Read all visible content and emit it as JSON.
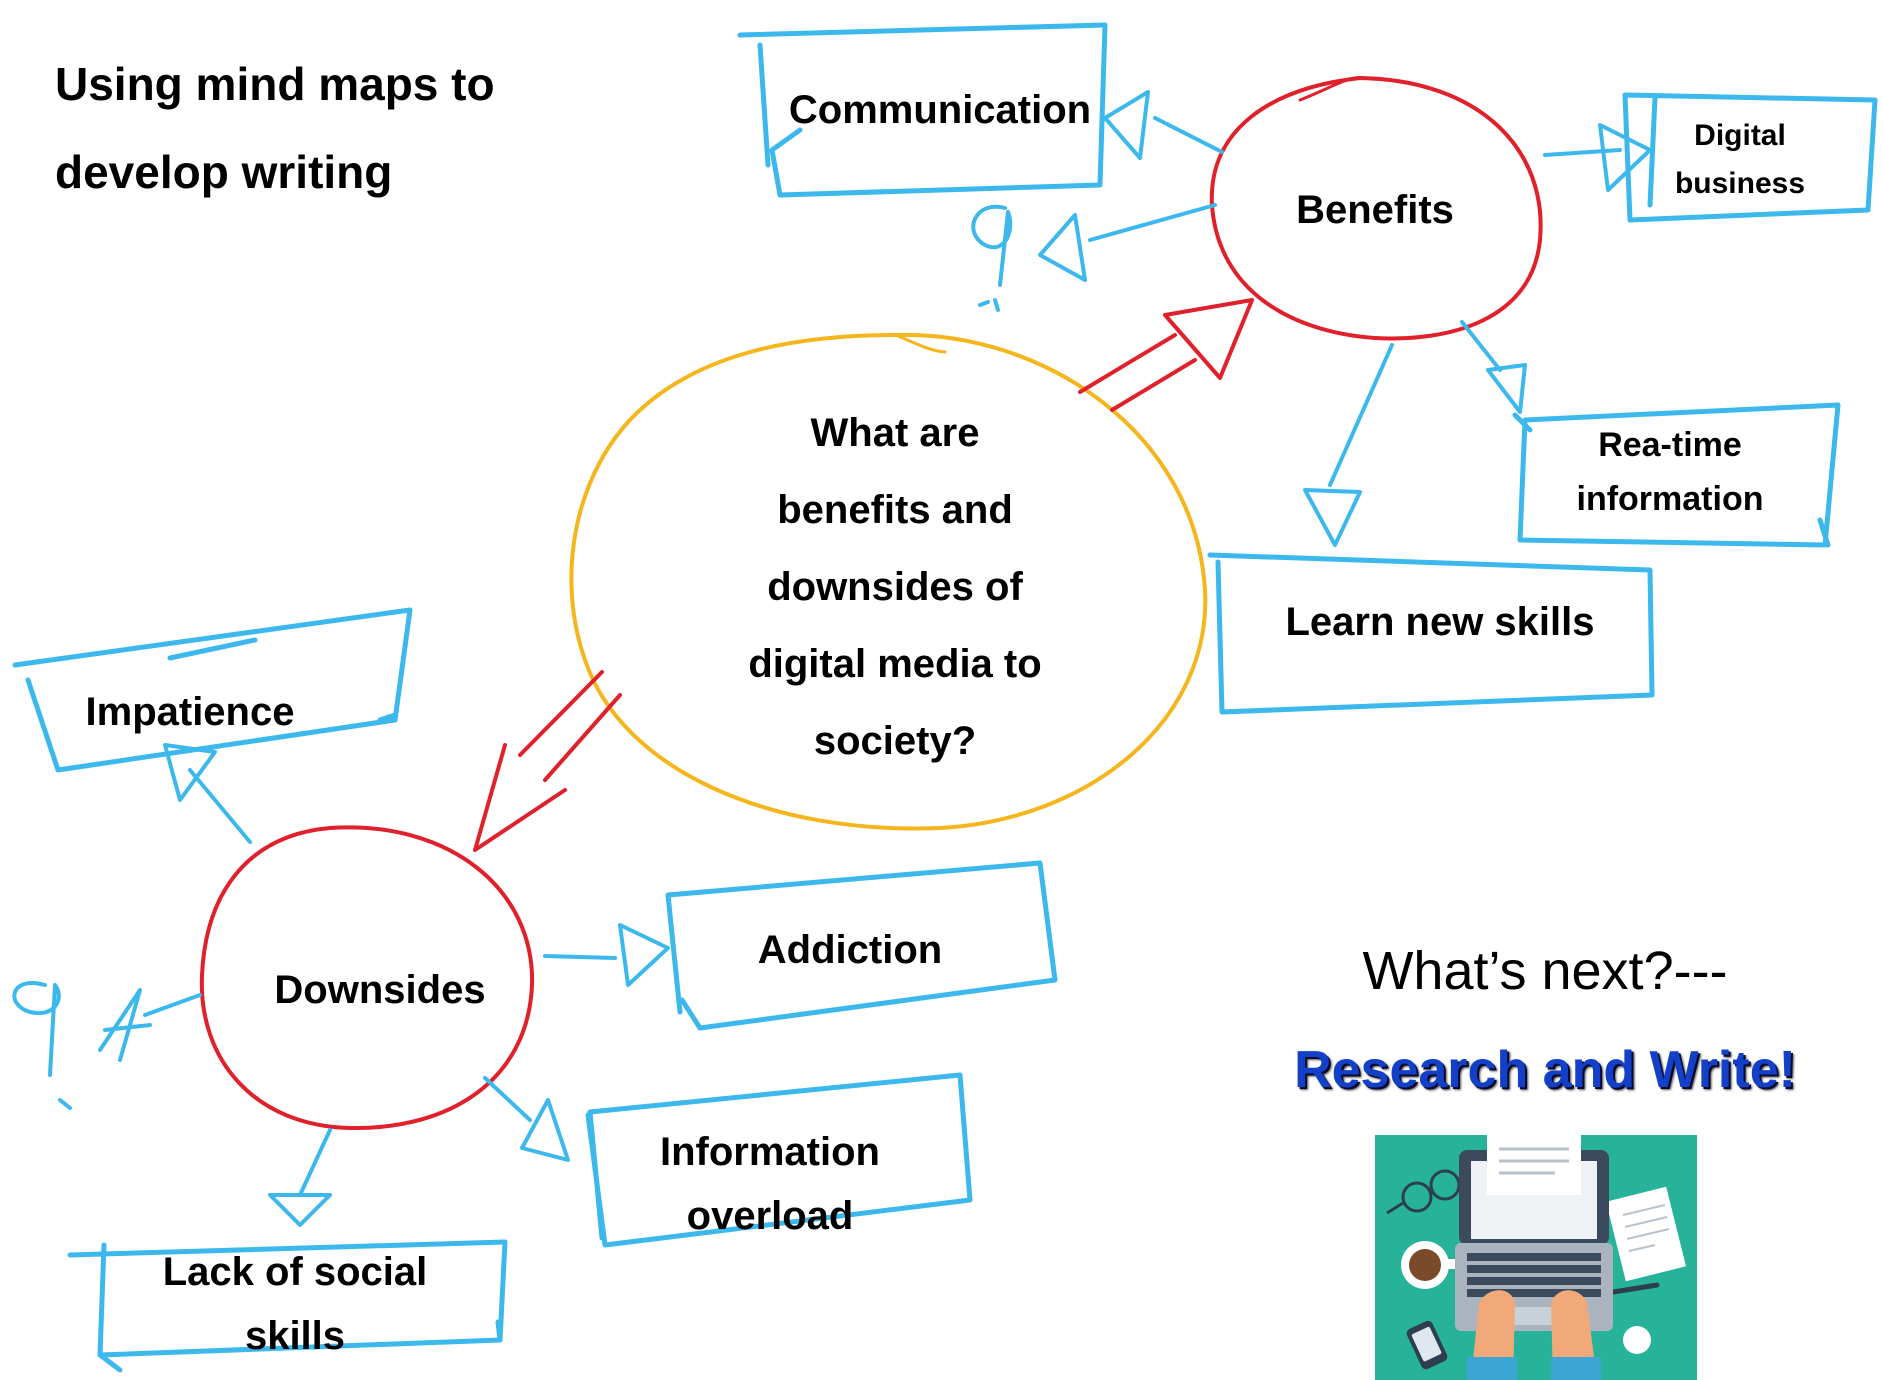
{
  "title_lines": [
    "Using mind maps to",
    "develop writing"
  ],
  "center": {
    "question_lines": [
      "What are",
      "benefits and",
      "downsides of",
      "digital media to",
      "society?"
    ]
  },
  "benefits": {
    "label": "Benefits",
    "items": {
      "communication": "Communication",
      "digital_business_lines": [
        "Digital",
        "business"
      ],
      "realtime_lines": [
        "Rea-time",
        "information"
      ],
      "learn_new_skills": "Learn new skills"
    }
  },
  "downsides": {
    "label": "Downsides",
    "items": {
      "impatience": "Impatience",
      "addiction": "Addiction",
      "information_overload_lines": [
        "Information",
        "overload"
      ],
      "lack_social_lines": [
        "Lack of social",
        "skills"
      ]
    }
  },
  "whats_next": "What’s next?---",
  "call_to_action": "Research and Write!",
  "colors": {
    "sketch_blue": "#3cb8ec",
    "circle_red": "#e0202a",
    "circle_yellow": "#f5b51c",
    "cta_blue": "#1340c8",
    "illustration_bg": "#27b39a"
  },
  "icons": [
    "laptop-icon",
    "coffee-cup-icon",
    "glasses-icon",
    "phone-icon",
    "papers-icon",
    "hands-icon"
  ]
}
